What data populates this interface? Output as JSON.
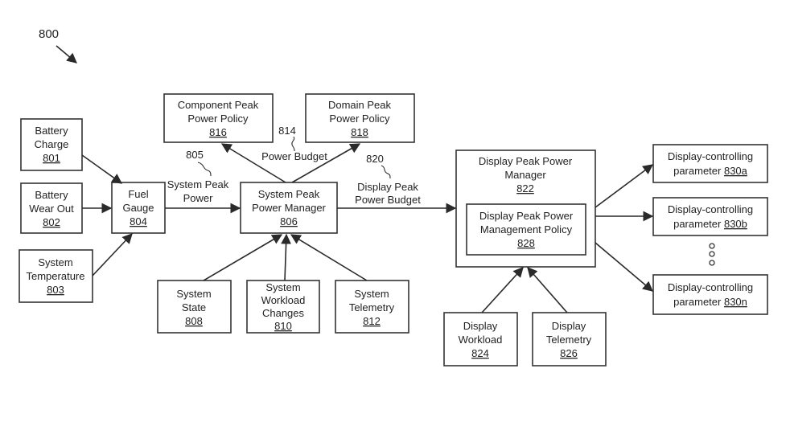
{
  "figure_ref": "800",
  "nodes": {
    "battery_charge": {
      "lines": [
        "Battery",
        "Charge"
      ],
      "num": "801"
    },
    "battery_wear": {
      "lines": [
        "Battery",
        "Wear Out"
      ],
      "num": "802"
    },
    "system_temp": {
      "lines": [
        "System",
        "Temperature"
      ],
      "num": "803"
    },
    "fuel_gauge": {
      "lines": [
        "Fuel",
        "Gauge"
      ],
      "num": "804"
    },
    "component_policy": {
      "lines": [
        "Component Peak",
        "Power Policy"
      ],
      "num": "816"
    },
    "domain_policy": {
      "lines": [
        "Domain Peak",
        "Power Policy"
      ],
      "num": "818"
    },
    "sys_manager": {
      "lines": [
        "System Peak",
        "Power Manager"
      ],
      "num": "806"
    },
    "sys_state": {
      "lines": [
        "System",
        "State"
      ],
      "num": "808"
    },
    "sys_workload": {
      "lines": [
        "System",
        "Workload",
        "Changes"
      ],
      "num": "810"
    },
    "sys_telemetry": {
      "lines": [
        "System",
        "Telemetry"
      ],
      "num": "812"
    },
    "display_manager": {
      "lines": [
        "Display Peak Power",
        "Manager"
      ],
      "num": "822"
    },
    "display_policy": {
      "lines": [
        "Display Peak Power",
        "Management Policy"
      ],
      "num": "828"
    },
    "display_workload": {
      "lines": [
        "Display",
        "Workload"
      ],
      "num": "824"
    },
    "display_telemetry": {
      "lines": [
        "Display",
        "Telemetry"
      ],
      "num": "826"
    },
    "param_a": {
      "lines": [
        "Display-controlling"
      ],
      "prefix": "parameter ",
      "num": "830a"
    },
    "param_b": {
      "lines": [
        "Display-controlling"
      ],
      "prefix": "parameter ",
      "num": "830b"
    },
    "param_n": {
      "lines": [
        "Display-controlling"
      ],
      "prefix": "parameter ",
      "num": "830n"
    }
  },
  "edge_labels": {
    "system_peak_power": {
      "ref": "805",
      "lines": [
        "System Peak",
        "Power"
      ]
    },
    "power_budget": {
      "ref": "814",
      "lines": [
        "Power Budget"
      ]
    },
    "display_peak_budget": {
      "ref": "820",
      "lines": [
        "Display Peak",
        "Power Budget"
      ]
    }
  }
}
